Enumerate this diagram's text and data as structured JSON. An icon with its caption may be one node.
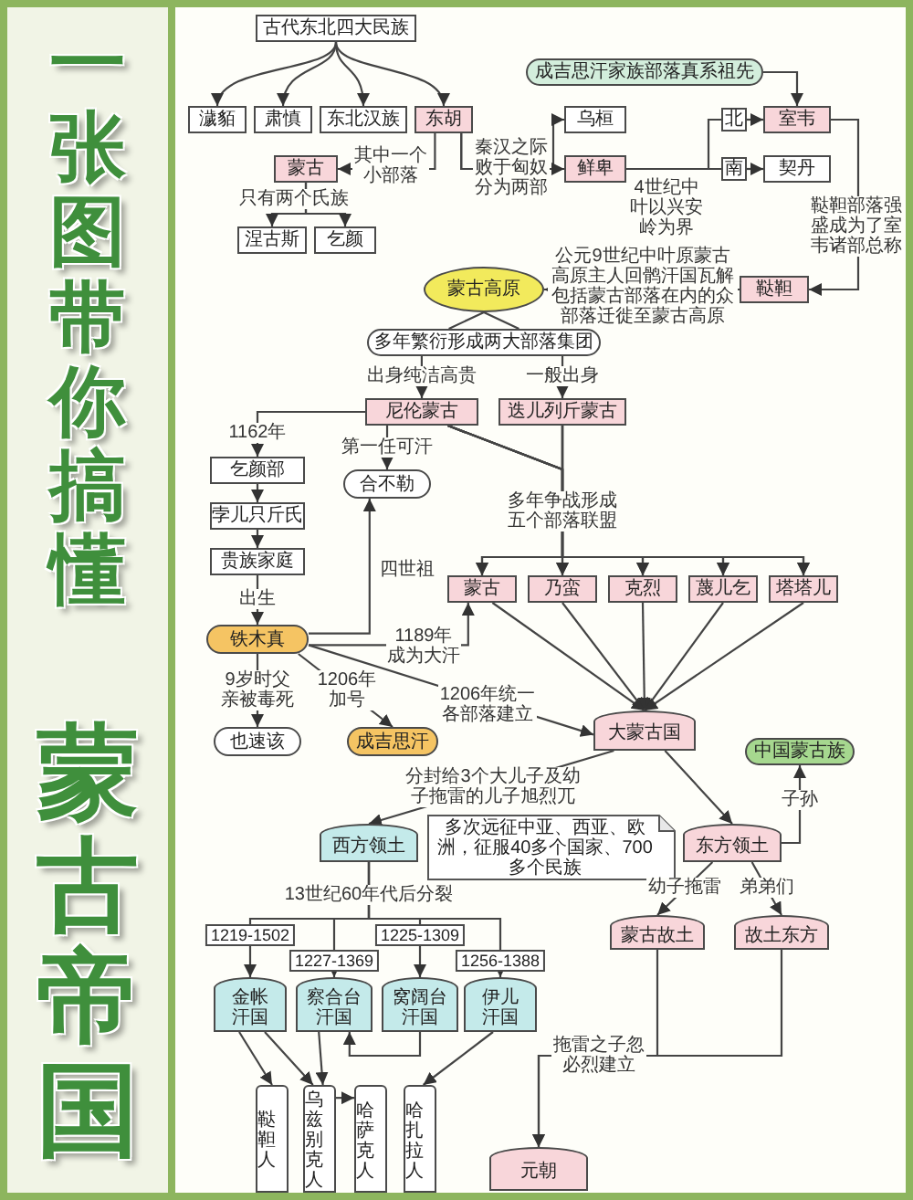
{
  "diagram": {
    "title": "一张图带你搞懂",
    "nodes": [
      {
        "text": [
          "古代东北四大民族"
        ]
      },
      {
        "text": [
          "成吉思汗家族部落真系祖先"
        ]
      },
      {
        "text": [
          "濊貊"
        ]
      },
      {
        "text": [
          "肃慎"
        ]
      },
      {
        "text": [
          "东北汉族"
        ]
      },
      {
        "text": [
          "东胡"
        ]
      },
      {
        "text": [
          "乌桓"
        ]
      },
      {
        "text": [
          "北"
        ]
      },
      {
        "text": [
          "室韦"
        ]
      },
      {
        "text": [
          "蒙古"
        ]
      },
      {
        "text": [
          "鲜卑"
        ]
      },
      {
        "text": [
          "南"
        ]
      },
      {
        "text": [
          "契丹"
        ]
      },
      {
        "text": [
          "涅古斯"
        ]
      },
      {
        "text": [
          "乞颜"
        ]
      },
      {
        "text": [
          "鞑靼"
        ]
      },
      {
        "text": [
          "蒙古高原"
        ]
      },
      {
        "text": [
          "多年繁衍形成两大部落集团"
        ]
      },
      {
        "text": [
          "尼伦蒙古"
        ]
      },
      {
        "text": [
          "迭儿列斤蒙古"
        ]
      },
      {
        "text": [
          "乞颜部"
        ]
      },
      {
        "text": [
          "合不勒"
        ]
      },
      {
        "text": [
          "孛儿只斤氏"
        ]
      },
      {
        "text": [
          "贵族家庭"
        ]
      },
      {
        "text": [
          "蒙古"
        ]
      },
      {
        "text": [
          "乃蛮"
        ]
      },
      {
        "text": [
          "克烈"
        ]
      },
      {
        "text": [
          "蔑儿乞"
        ]
      },
      {
        "text": [
          "塔塔儿"
        ]
      },
      {
        "text": [
          "铁木真"
        ]
      },
      {
        "text": [
          "也速该"
        ]
      },
      {
        "text": [
          "成吉思汗"
        ]
      },
      {
        "text": [
          "大蒙古国"
        ]
      },
      {
        "text": [
          "中国蒙古族"
        ]
      },
      {
        "text": [
          "西方领土"
        ]
      },
      {
        "text": [
          "多次远征中亚、西亚、欧洲，征服40多个国家、700多个民族"
        ]
      },
      {
        "text": [
          "东方领土"
        ]
      },
      {
        "text": [
          "蒙古故土"
        ]
      },
      {
        "text": [
          "故土东方"
        ]
      },
      {
        "text": [
          "金帐汗国"
        ],
        "beside": [
          "1219-1502"
        ]
      },
      {
        "text": [
          "察合台汗国"
        ],
        "beside": [
          "1227-1369"
        ]
      },
      {
        "text": [
          "窝阔台汗国"
        ],
        "beside": [
          "1225-1309"
        ]
      },
      {
        "text": [
          "伊儿汗国"
        ],
        "beside": [
          "1256-1388"
        ]
      },
      {
        "text": [
          "鞑靼人"
        ]
      },
      {
        "text": [
          "乌兹别克人"
        ]
      },
      {
        "text": [
          "哈萨克人"
        ]
      },
      {
        "text": [
          "哈扎拉人"
        ]
      },
      {
        "text": [
          "元朝"
        ]
      }
    ],
    "edges": [
      {
        "from": 0,
        "to": 2,
        "arrow": "to"
      },
      {
        "from": 0,
        "to": 3,
        "arrow": "to"
      },
      {
        "from": 0,
        "to": 4,
        "arrow": "to"
      },
      {
        "from": 0,
        "to": 5,
        "arrow": "to"
      },
      {
        "from": 1,
        "to": 8,
        "arrow": "to"
      },
      {
        "from": 5,
        "to": 9,
        "arrow": "to",
        "label": "其中一个小部落"
      },
      {
        "from": 5,
        "to": 6,
        "arrow": "to"
      },
      {
        "from": 5,
        "to": 10,
        "arrow": "to",
        "label": "秦汉之际败于匈奴分为两部"
      },
      {
        "from": 9,
        "to": 13,
        "arrow": "to",
        "label": "只有两个氏族"
      },
      {
        "from": 9,
        "to": 14,
        "arrow": "to"
      },
      {
        "from": 10,
        "to": 7,
        "arrow": "none",
        "label": "4世纪中叶以兴安岭为界"
      },
      {
        "from": 10,
        "to": 11,
        "arrow": "none"
      },
      {
        "from": 7,
        "to": 8,
        "arrow": "to"
      },
      {
        "from": 11,
        "to": 12,
        "arrow": "to"
      },
      {
        "from": 8,
        "to": 15,
        "arrow": "to",
        "label": "鞑靼部落强盛成为了室韦诸部总称"
      },
      {
        "from": 15,
        "to": 16,
        "arrow": "to",
        "label": "公元9世纪中叶原蒙古高原主人回鹘汗国瓦解包括蒙古部落在内的众部落迁徙至蒙古高原"
      },
      {
        "from": 16,
        "to": 17,
        "arrow": "none"
      },
      {
        "from": 17,
        "to": 18,
        "arrow": "to",
        "label": "出身纯洁高贵"
      },
      {
        "from": 17,
        "to": 19,
        "arrow": "to",
        "label": "一般出身"
      },
      {
        "from": 18,
        "to": 20,
        "arrow": "to",
        "label": "1162年"
      },
      {
        "from": 18,
        "to": 21,
        "arrow": "to",
        "label": "第一任可汗"
      },
      {
        "from": 20,
        "to": 22,
        "arrow": "to"
      },
      {
        "from": 22,
        "to": 23,
        "arrow": "to"
      },
      {
        "from": 23,
        "to": 29,
        "arrow": "to",
        "label": "出生"
      },
      {
        "from": 18,
        "to": 24,
        "arrow": "to"
      },
      {
        "from": 18,
        "to": 25,
        "arrow": "to"
      },
      {
        "from": 18,
        "to": 26,
        "arrow": "to"
      },
      {
        "from": 18,
        "to": 27,
        "arrow": "to"
      },
      {
        "from": 18,
        "to": 28,
        "arrow": "to"
      },
      {
        "from": 19,
        "to": 24,
        "arrow": "to"
      },
      {
        "from": 19,
        "to": 25,
        "arrow": "to",
        "label": "多年争战形成五个部落联盟"
      },
      {
        "from": 19,
        "to": 26,
        "arrow": "to"
      },
      {
        "from": 19,
        "to": 27,
        "arrow": "to"
      },
      {
        "from": 19,
        "to": 28,
        "arrow": "to"
      },
      {
        "from": 29,
        "to": 21,
        "arrow": "to",
        "label": "四世祖"
      },
      {
        "from": 29,
        "to": 24,
        "arrow": "to",
        "label": "1189年成为大汗"
      },
      {
        "from": 29,
        "to": 30,
        "arrow": "to",
        "label": "9岁时父亲被毒死"
      },
      {
        "from": 29,
        "to": 31,
        "arrow": "to",
        "label": "1206年加号"
      },
      {
        "from": 29,
        "to": 32,
        "arrow": "to",
        "label": "1206年统一各部落建立"
      },
      {
        "from": 24,
        "to": 32,
        "arrow": "to"
      },
      {
        "from": 25,
        "to": 32,
        "arrow": "to"
      },
      {
        "from": 26,
        "to": 32,
        "arrow": "to"
      },
      {
        "from": 27,
        "to": 32,
        "arrow": "to"
      },
      {
        "from": 28,
        "to": 32,
        "arrow": "to"
      },
      {
        "from": 32,
        "to": 34,
        "arrow": "to",
        "label": "分封给3个大儿子及幼子拖雷的儿子旭烈兀"
      },
      {
        "from": 32,
        "to": 36,
        "arrow": "to"
      },
      {
        "from": 36,
        "to": 33,
        "arrow": "to",
        "label": "子孙"
      },
      {
        "from": 36,
        "to": 37,
        "arrow": "to",
        "label": "幼子拖雷"
      },
      {
        "from": 36,
        "to": 38,
        "arrow": "to",
        "label": "弟弟们"
      },
      {
        "from": 34,
        "to": 39,
        "arrow": "to",
        "label": "13世纪60年代后分裂"
      },
      {
        "from": 34,
        "to": 40,
        "arrow": "to"
      },
      {
        "from": 34,
        "to": 41,
        "arrow": "to"
      },
      {
        "from": 34,
        "to": 42,
        "arrow": "to"
      },
      {
        "from": 37,
        "to": 47,
        "arrow": "to",
        "label": "拖雷之子忽必烈建立"
      },
      {
        "from": 38,
        "to": 47,
        "arrow": "to"
      },
      {
        "from": 39,
        "to": 43,
        "arrow": "to"
      },
      {
        "from": 39,
        "to": 44,
        "arrow": "to"
      },
      {
        "from": 40,
        "to": 44,
        "arrow": "to"
      },
      {
        "from": 41,
        "to": 40,
        "arrow": "to"
      },
      {
        "from": 44,
        "to": 45,
        "arrow": "to"
      },
      {
        "from": 42,
        "to": 46,
        "arrow": "to"
      }
    ],
    "labels": [
      "蒙古帝国"
    ]
  }
}
